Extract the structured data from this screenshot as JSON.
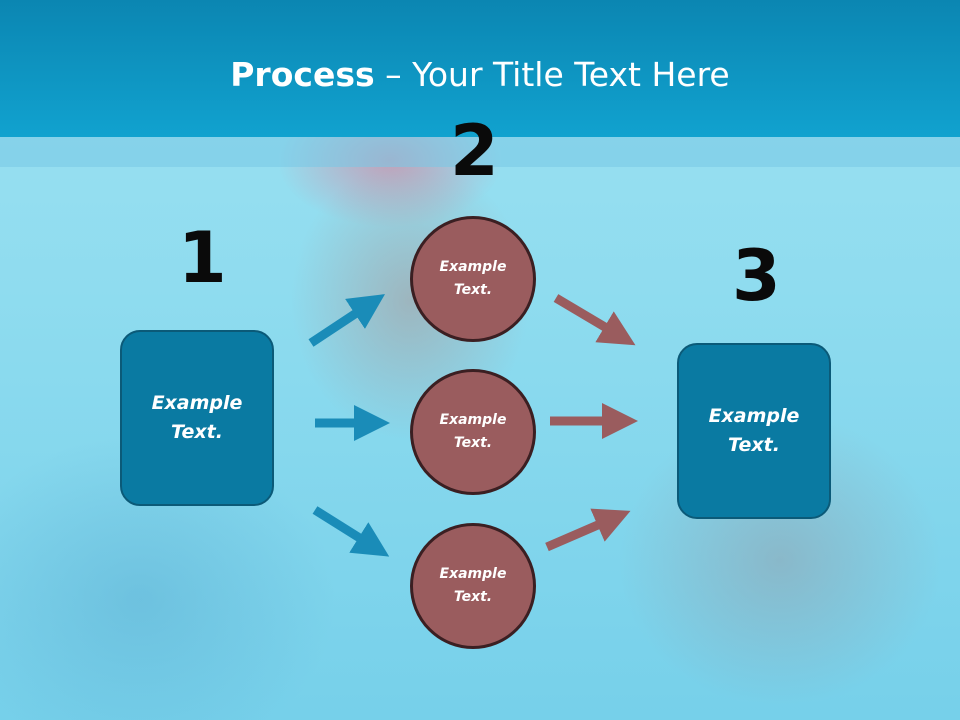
{
  "slide": {
    "title_bold": "Process",
    "title_rest": " – Your Title Text Here"
  },
  "steps": {
    "one": "1",
    "two": "2",
    "three": "3"
  },
  "left_box": {
    "text_line1": "Example",
    "text_line2": "Text."
  },
  "right_box": {
    "text_line1": "Example",
    "text_line2": "Text."
  },
  "circles": [
    {
      "line1": "Example",
      "line2": "Text."
    },
    {
      "line1": "Example",
      "line2": "Text."
    },
    {
      "line1": "Example",
      "line2": "Text."
    }
  ],
  "colors": {
    "title_bar": "#0b86b2",
    "box_fill": "#0a7aa2",
    "circle_fill": "#9a5c5e",
    "arrow_blue": "#1a8cb8",
    "arrow_brown": "#9a5c5e"
  }
}
